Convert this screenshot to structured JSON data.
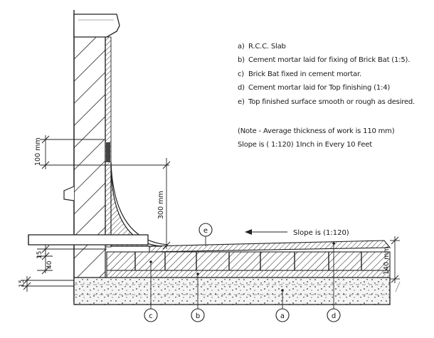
{
  "legend": [
    {
      "key": "a)",
      "text": "R.C.C. Slab"
    },
    {
      "key": "b)",
      "text": "Cement mortar laid for fixing of Brick Bat (1:5)."
    },
    {
      "key": "c)",
      "text": "Brick Bat fixed in cement mortar."
    },
    {
      "key": "d)",
      "text": "Cement mortar laid for Top finishing (1:4)"
    },
    {
      "key": "e)",
      "text": "Top finished surface smooth or rough as desired."
    }
  ],
  "note": {
    "line1": "(Note - Average thickness of work is 110 mm)",
    "line2": "Slope is ( 1:120) 1Inch in Every 10 Feet"
  },
  "dimensions": {
    "d100": "100 mm",
    "d300": "300 mm",
    "d140": "140 mm",
    "d15_top": "15",
    "d40": "40",
    "d15_bottom": "15"
  },
  "slope_label": "Slope is (1:120)",
  "callouts": {
    "a": "a",
    "b": "b",
    "c": "c",
    "d": "d",
    "e": "e"
  }
}
